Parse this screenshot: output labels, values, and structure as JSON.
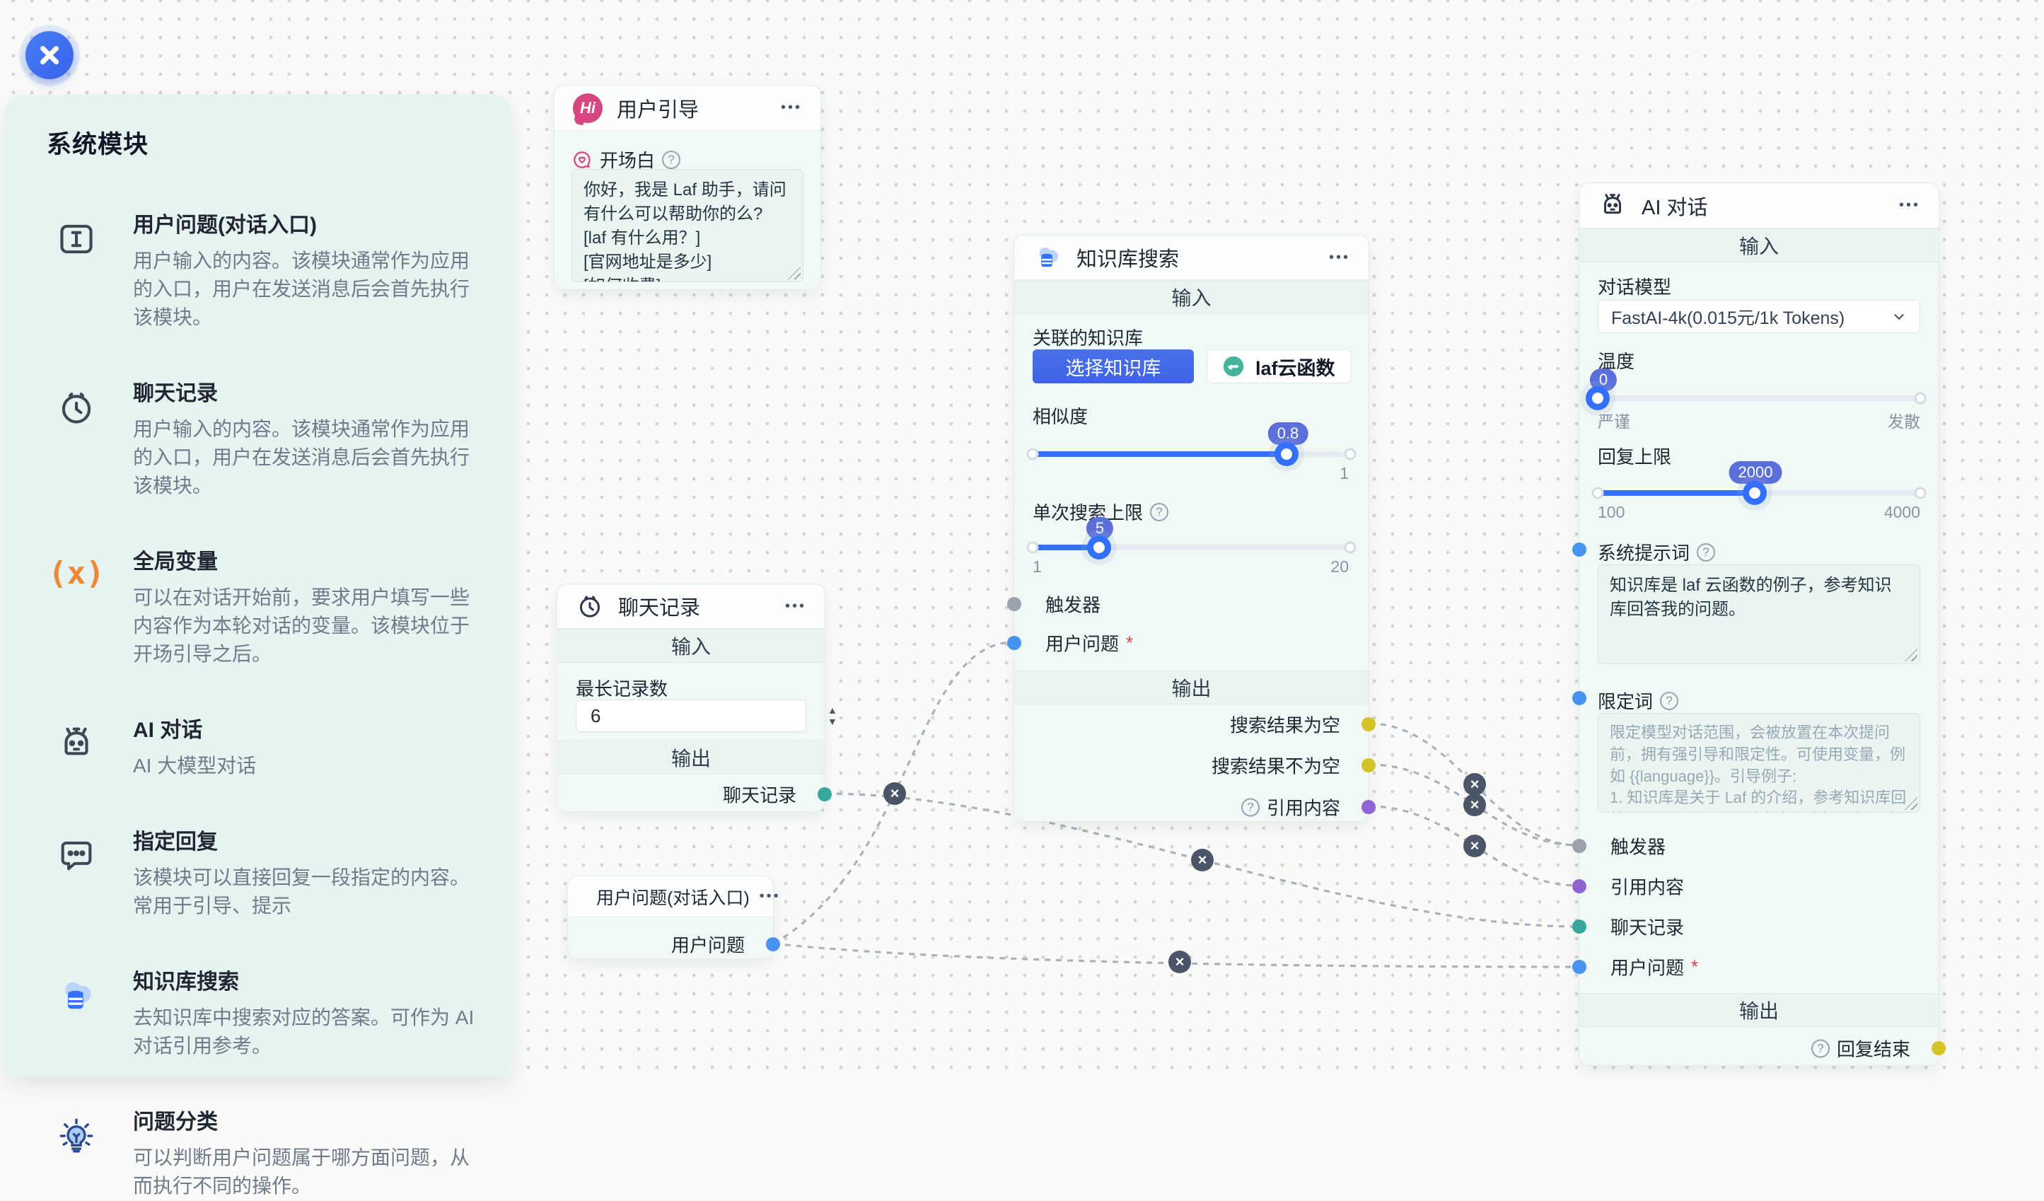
{
  "ui": {
    "section_input": "输入",
    "section_output": "输出",
    "menu_dots": "•••",
    "help": "?",
    "required": "*",
    "disconnect": "×",
    "stepper_up": "▲",
    "stepper_down": "▼"
  },
  "colors": {
    "accent_blue": "#3370FF",
    "button_blue": "#4169E8",
    "slider_bubble": "#5B6FD9",
    "port_gray": "#9AA2AC",
    "port_blue": "#4694F0",
    "port_teal": "#38A89D",
    "port_yellow": "#D4C327",
    "port_purple": "#8F63D2",
    "brand_pink": "#D6477F",
    "laf_green": "#45B39B",
    "variable_orange": "#ED8936",
    "sidebar_mint": "#E6F3F0"
  },
  "sidebar": {
    "title": "系统模块",
    "items": [
      {
        "icon": "input-cursor-icon",
        "title": "用户问题(对话入口)",
        "desc": "用户输入的内容。该模块通常作为应用的入口，用户在发送消息后会首先执行该模块。"
      },
      {
        "icon": "history-clock-icon",
        "title": "聊天记录",
        "desc": "用户输入的内容。该模块通常作为应用的入口，用户在发送消息后会首先执行该模块。"
      },
      {
        "icon": "variable-icon",
        "icon_text": "(x)",
        "title": "全局变量",
        "desc": "可以在对话开始前，要求用户填写一些内容作为本轮对话的变量。该模块位于开场引导之后。"
      },
      {
        "icon": "robot-icon",
        "title": "AI 对话",
        "desc": "AI 大模型对话"
      },
      {
        "icon": "reply-bubble-icon",
        "title": "指定回复",
        "desc": "该模块可以直接回复一段指定的内容。常用于引导、提示"
      },
      {
        "icon": "kb-search-icon",
        "title": "知识库搜索",
        "desc": "去知识库中搜索对应的答案。可作为 AI 对话引用参考。"
      },
      {
        "icon": "classify-bulb-icon",
        "title": "问题分类",
        "desc": "可以判断用户问题属于哪方面问题，从而执行不同的操作。"
      }
    ]
  },
  "nodes": {
    "guide": {
      "title": "用户引导",
      "field_label": "开场白",
      "welcome_text": "你好，我是 Laf 助手，请问有什么可以帮助你的么?\n[laf 有什么用？]\n[官网地址是多少]\n[如何收费]"
    },
    "history": {
      "title": "聊天记录",
      "field_label": "最长记录数",
      "value": "6",
      "output_label": "聊天记录"
    },
    "entry": {
      "title": "用户问题(对话入口)",
      "output_label": "用户问题"
    },
    "kb": {
      "title": "知识库搜索",
      "dataset_label": "关联的知识库",
      "select_button": "选择知识库",
      "dataset_tag": "laf云函数",
      "similarity_label": "相似度",
      "similarity_value": "0.8",
      "similarity_max": "1",
      "limit_label": "单次搜索上限",
      "limit_value": "5",
      "limit_min": "1",
      "limit_max": "20",
      "input_trigger": "触发器",
      "input_question": "用户问题",
      "output_empty": "搜索结果为空",
      "output_not_empty": "搜索结果不为空",
      "output_quote": "引用内容"
    },
    "ai": {
      "title": "AI 对话",
      "model_label": "对话模型",
      "model_value": "FastAI-4k(0.015元/1k Tokens)",
      "temp_label": "温度",
      "temp_value": "0",
      "temp_min_label": "严谨",
      "temp_max_label": "发散",
      "max_label": "回复上限",
      "max_value": "2000",
      "max_min": "100",
      "max_max": "4000",
      "prompt_label": "系统提示词",
      "prompt_value": "知识库是 laf 云函数的例子，参考知识库回答我的问题。",
      "limit_prompt_label": "限定词",
      "limit_placeholder": "限定模型对话范围，会被放置在本次提问前，拥有强引导和限定性。可使用变量，例如 {{language}}。引导例子:\n1. 知识库是关于 Laf 的介绍，参考知识库回答问题，与 \"Laf\" 无关内容，直接回复: \"我不知道\"。\n2. 你仅回答关于 \"xxx\" 的问题，其他问题回复: \"xxxx\"",
      "input_trigger": "触发器",
      "input_quote": "引用内容",
      "input_history": "聊天记录",
      "input_question": "用户问题",
      "output_finish": "回复结束"
    }
  }
}
